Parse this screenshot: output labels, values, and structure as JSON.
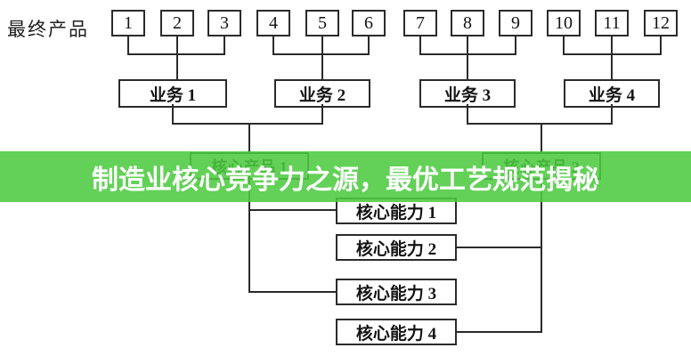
{
  "banner": {
    "text": "制造业核心竞争力之源，最优工艺规范揭秘",
    "bg_color_rgba": "rgba(77,203,65,0.88)",
    "bg_color_hex": "#65d45a",
    "text_color": "#ffffff"
  },
  "diagram": {
    "root_label": "最终产品",
    "final_products": [
      "1",
      "2",
      "3",
      "4",
      "5",
      "6",
      "7",
      "8",
      "9",
      "10",
      "11",
      "12"
    ],
    "businesses": [
      "业务 1",
      "业务 2",
      "业务 3",
      "业务 4"
    ],
    "core_products": [
      "核心产品 1",
      "核心产品 2"
    ],
    "core_capabilities": [
      "核心能力 1",
      "核心能力 2",
      "核心能力 3",
      "核心能力 4"
    ],
    "line_color": "#2b2b2b"
  }
}
